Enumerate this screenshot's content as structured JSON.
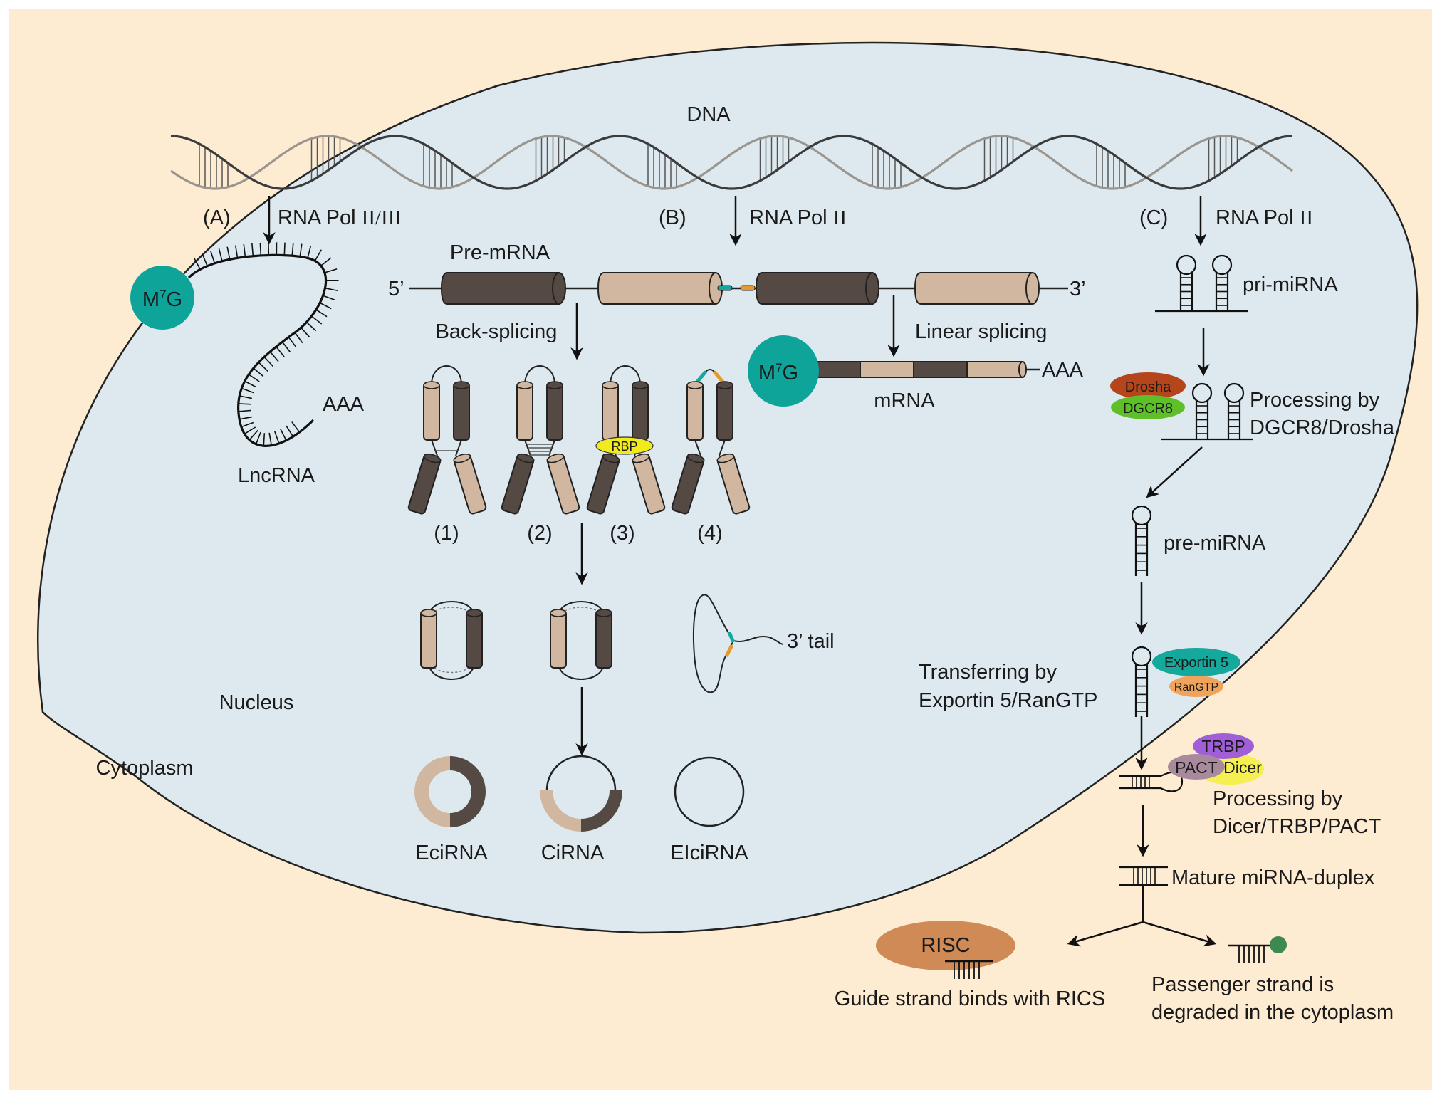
{
  "colors": {
    "cytoplasm": "#fdebd2",
    "nucleus": "#dde9ee",
    "outline": "#222222",
    "exon_dark": "#554943",
    "exon_light": "#d2b7a0",
    "m7g": "#0fa49a",
    "drosha": "#b5461b",
    "dgcr8": "#5fbf2b",
    "exportin5": "#14a99c",
    "rangtp": "#f0a35b",
    "trbp": "#a05fd6",
    "pact": "#a98a9d",
    "dicer": "#f5ef52",
    "rbp": "#f1ea1c",
    "risc": "#d08a55",
    "degraded_cap": "#3d8a50",
    "junction_teal": "#1aa6a0",
    "junction_orange": "#e49a2d"
  },
  "regions": {
    "nucleus": "Nucleus",
    "cytoplasm": "Cytoplasm"
  },
  "dna": {
    "label": "DNA"
  },
  "pathway_a": {
    "tag": "(A)",
    "enzyme_prefix": "RNA Pol ",
    "enzyme_roman": "II/III",
    "cap": "M",
    "cap_sup": "7",
    "cap_suffix": "G",
    "tail": "AAA",
    "product": "LncRNA"
  },
  "pathway_b": {
    "tag": "(B)",
    "enzyme_prefix": "RNA Pol ",
    "enzyme_roman": "II",
    "pre_mrna": "Pre-mRNA",
    "five_prime": "5’",
    "three_prime": "3’",
    "back_splicing": "Back-splicing",
    "linear_splicing": "Linear splicing",
    "mrna_cap": "M",
    "mrna_cap_sup": "7",
    "mrna_cap_suffix": "G",
    "mrna_tail": "AAA",
    "mrna": "mRNA",
    "mechanisms": [
      "(1)",
      "(2)",
      "(3)",
      "(4)"
    ],
    "rbp": "RBP",
    "three_tail": "3’ tail",
    "products": [
      "EciRNA",
      "CiRNA",
      "EIciRNA"
    ]
  },
  "pathway_c": {
    "tag": "(C)",
    "enzyme_prefix": "RNA Pol ",
    "enzyme_roman": "II",
    "pri_mirna": "pri-miRNA",
    "drosha": "Drosha",
    "dgcr8": "DGCR8",
    "processing_nuclear_1": "Processing by",
    "processing_nuclear_2": "DGCR8/Drosha",
    "pre_mirna": "pre-miRNA",
    "transfer_1": "Transferring by",
    "transfer_2": "Exportin 5/RanGTP",
    "exportin5": "Exportin 5",
    "rangtp": "RanGTP",
    "trbp": "TRBP",
    "pact": "PACT",
    "dicer": "Dicer",
    "processing_cyto_1": "Processing by",
    "processing_cyto_2": "Dicer/TRBP/PACT",
    "mature": "Mature miRNA-duplex",
    "risc": "RISC",
    "guide": "Guide strand binds with RICS",
    "passenger_1": "Passenger strand is",
    "passenger_2": "degraded in the cytoplasm"
  }
}
